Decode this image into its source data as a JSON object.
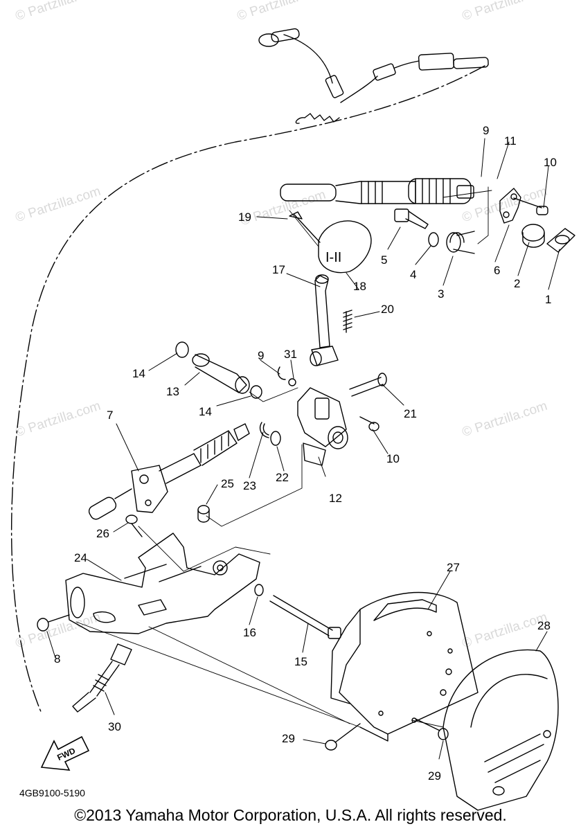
{
  "watermark": "© Partzilla.com",
  "fwd_label": "FWD",
  "diagram_code": "4GB9100-5190",
  "copyright": "©2013 Yamaha Motor Corporation, U.S.A. All rights reserved.",
  "callouts": {
    "c1": "1",
    "c2": "2",
    "c3": "3",
    "c4": "4",
    "c5": "5",
    "c6": "6",
    "c7": "7",
    "c8": "8",
    "c9a": "9",
    "c9b": "9",
    "c10a": "10",
    "c10b": "10",
    "c11": "11",
    "c12": "12",
    "c13": "13",
    "c14a": "14",
    "c14b": "14",
    "c15": "15",
    "c16": "16",
    "c17": "17",
    "c18": "18",
    "c19": "19",
    "c20": "20",
    "c21": "21",
    "c22": "22",
    "c23": "23",
    "c24": "24",
    "c25": "25",
    "c26": "26",
    "c27": "27",
    "c28": "28",
    "c29a": "29",
    "c29b": "29",
    "c30": "30",
    "c31": "31"
  }
}
